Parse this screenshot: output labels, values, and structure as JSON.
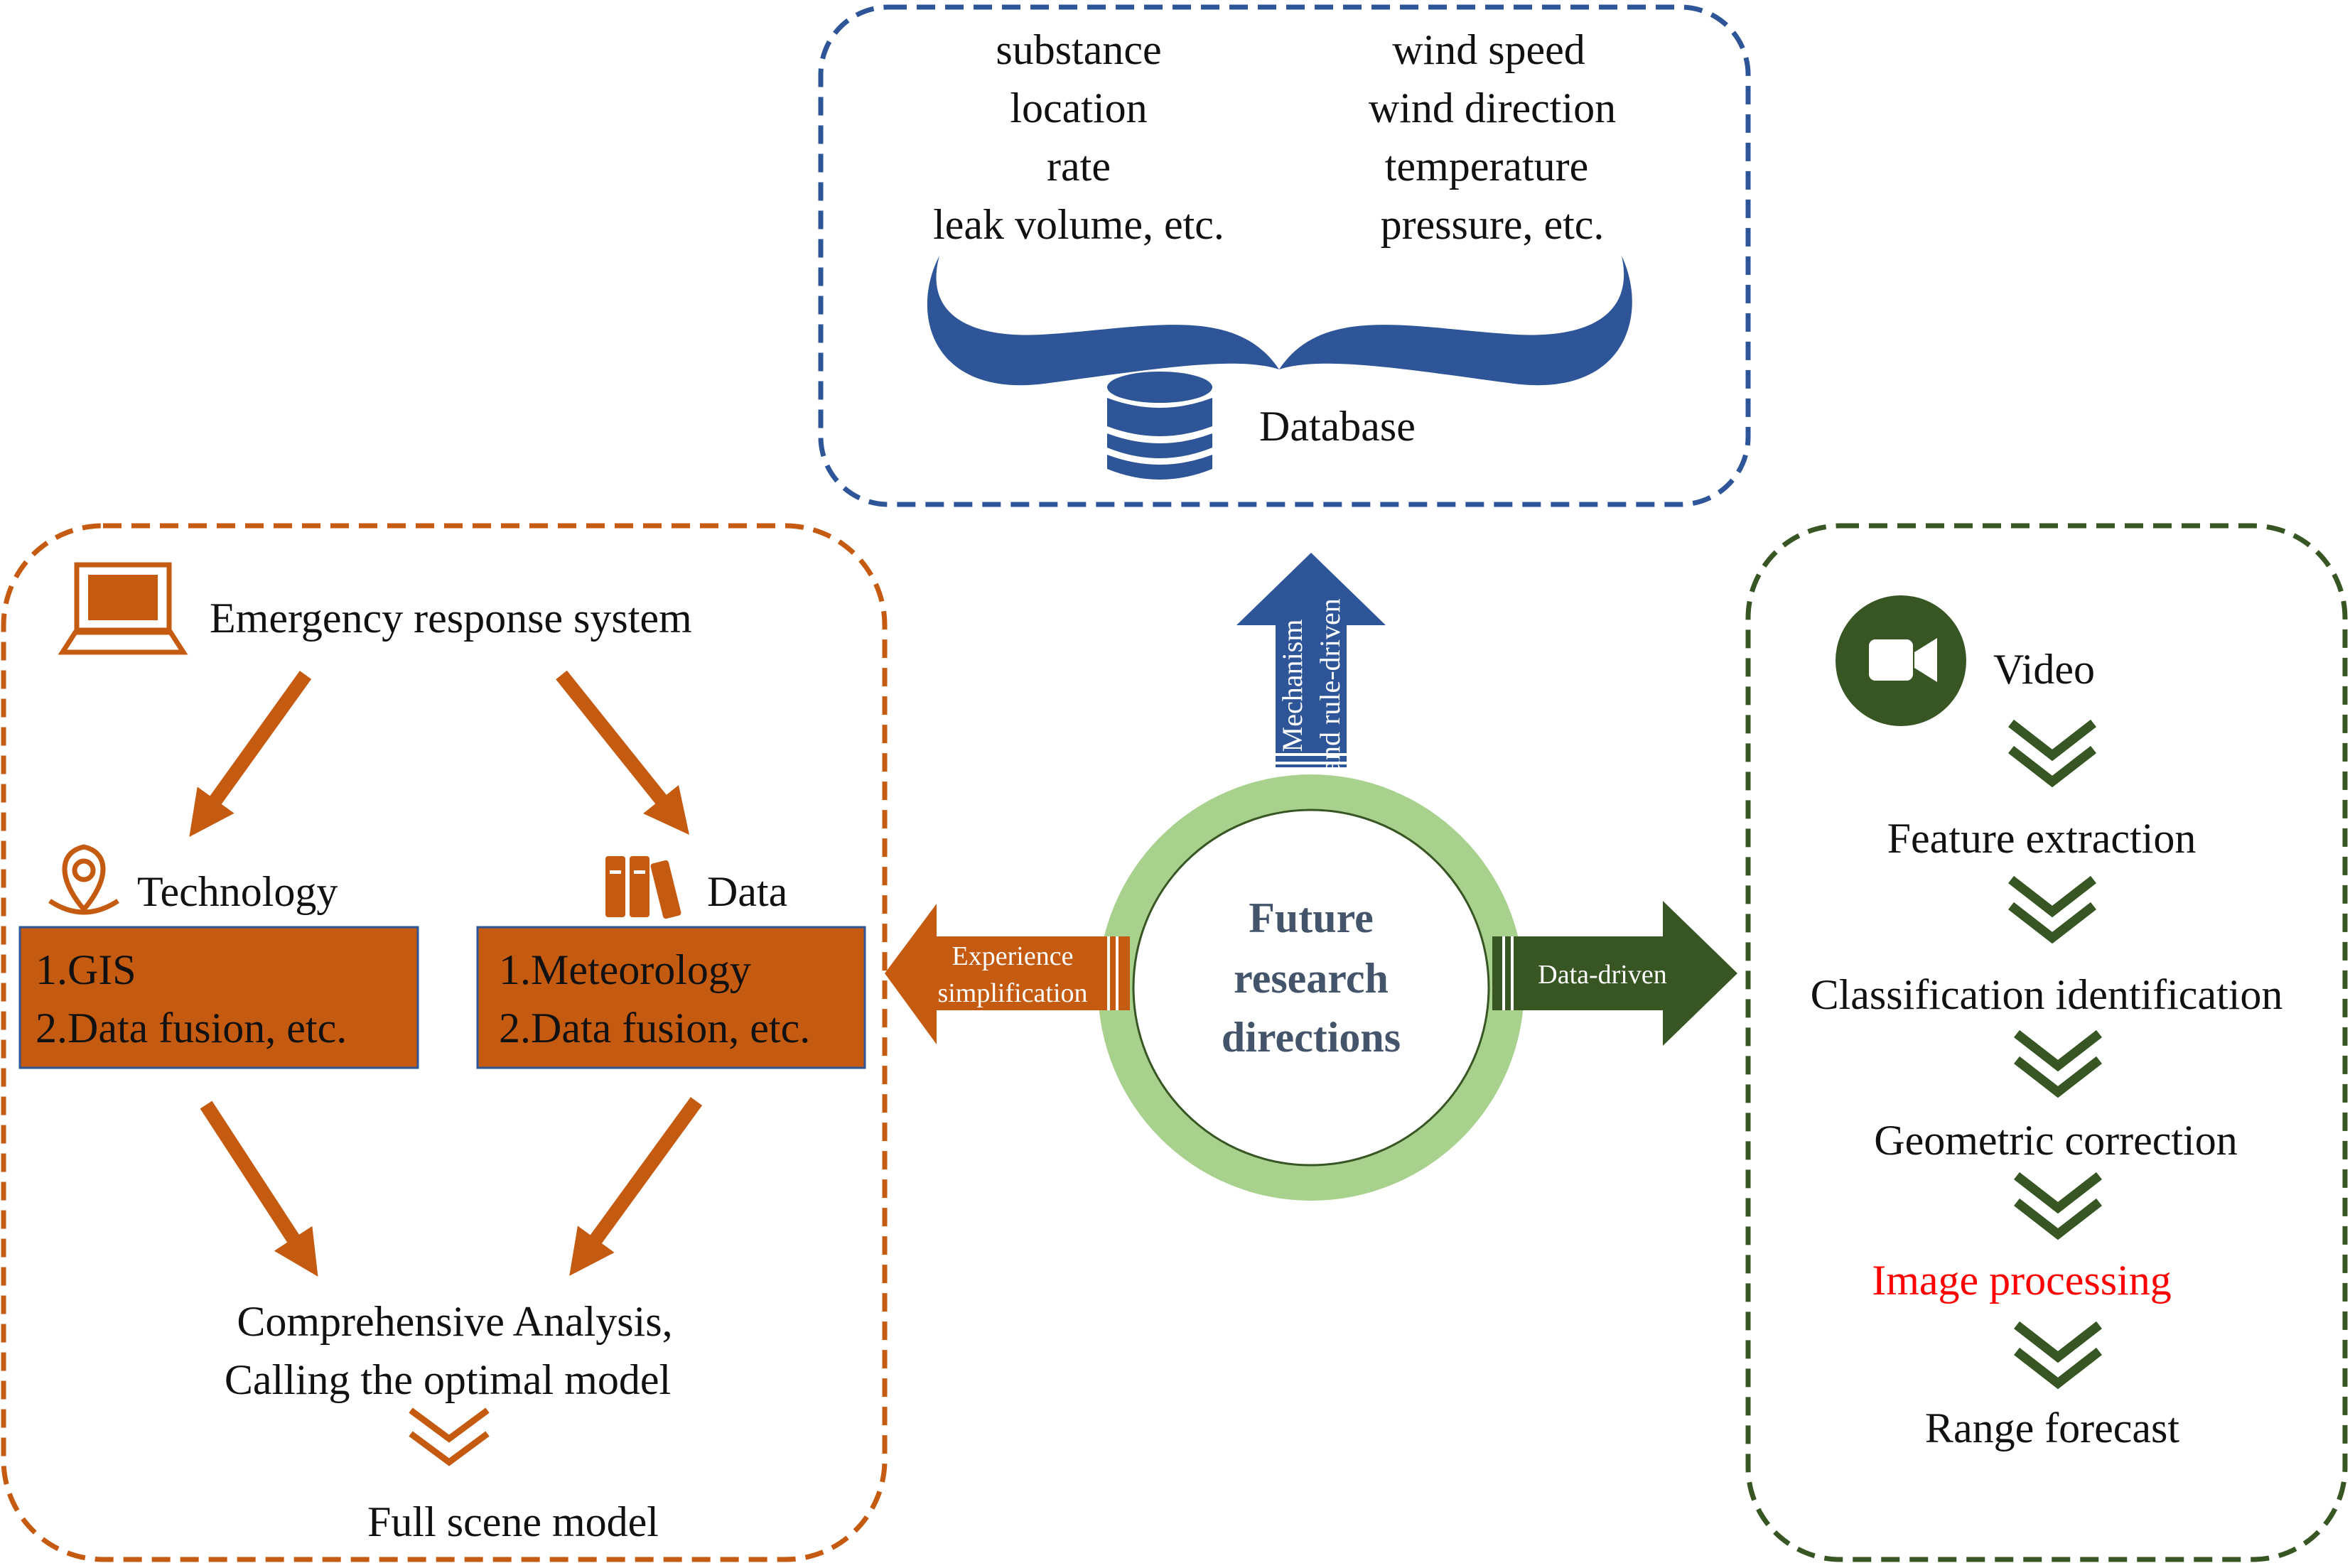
{
  "colors": {
    "blue": "#2E5597",
    "orange": "#C55A11",
    "green": "#375623",
    "ring": "#A9D18E",
    "red": "#FF0000",
    "text": "#111111"
  },
  "center": {
    "line1": "Future",
    "line2": "research",
    "line3": "directions",
    "up_arrow_line1": "Mechanism",
    "up_arrow_line2": "and rule-driven",
    "left_arrow_line1": "Experience",
    "left_arrow_line2": "simplification",
    "right_arrow": "Data-driven"
  },
  "database_panel": {
    "left_items": [
      "substance",
      "location",
      "rate",
      "leak volume, etc."
    ],
    "right_items": [
      "wind speed",
      "wind direction",
      "temperature",
      "pressure, etc."
    ],
    "label": "Database",
    "icon": "database-icon"
  },
  "emergency_panel": {
    "title": "Emergency response system",
    "title_icon": "laptop-icon",
    "technology_label": "Technology",
    "technology_icon": "location-pin-icon",
    "technology_items": [
      "1.GIS",
      "2.Data fusion, etc."
    ],
    "data_label": "Data",
    "data_icon": "books-icon",
    "data_items": [
      "1.Meteorology",
      "2.Data fusion, etc."
    ],
    "analysis_line1": "Comprehensive Analysis,",
    "analysis_line2": "Calling the optimal model",
    "result": "Full scene model"
  },
  "video_panel": {
    "title": "Video",
    "title_icon": "video-camera-icon",
    "steps": [
      "Feature extraction",
      "Classification identification",
      "Geometric correction",
      "Image processing",
      "Range forecast"
    ],
    "highlight_step": "Image processing"
  }
}
